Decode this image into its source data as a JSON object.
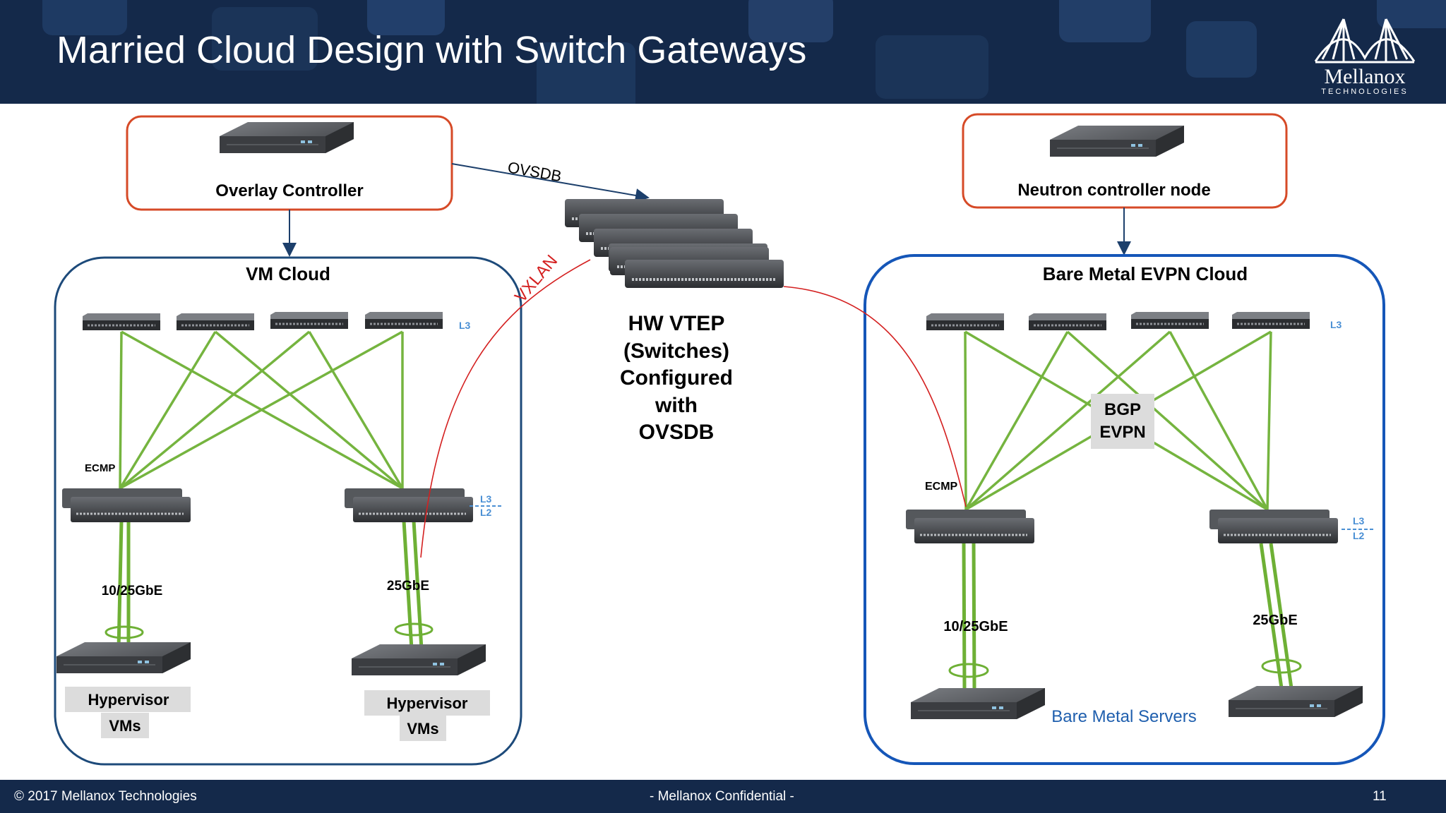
{
  "slide": {
    "title": "Married Cloud Design with Switch Gateways",
    "logo": {
      "name": "Mellanox",
      "sub": "TECHNOLOGIES"
    }
  },
  "diagram": {
    "overlay_controller": "Overlay Controller",
    "neutron_controller": "Neutron controller node",
    "ovsdb_link": "OVSDB",
    "vxlan_link": "VXLAN",
    "vtep_lines": [
      "HW VTEP",
      "(Switches)",
      "Configured",
      "with",
      "OVSDB"
    ],
    "vm_cloud": {
      "title": "VM Cloud",
      "l3": "L3",
      "ecmp": "ECMP",
      "l3_l2": [
        "L3",
        "L2"
      ],
      "left_speed": "10/25GbE",
      "right_speed": "25GbE",
      "hypervisor_label": "Hypervisor",
      "vms_label": "VMs"
    },
    "bare_metal_cloud": {
      "title": "Bare Metal EVPN Cloud",
      "l3": "L3",
      "ecmp": "ECMP",
      "l3_l2": [
        "L3",
        "L2"
      ],
      "bgp": [
        "BGP",
        "EVPN"
      ],
      "left_speed": "10/25GbE",
      "right_speed": "25GbE",
      "servers_label": "Bare Metal Servers"
    },
    "colors": {
      "controller_border": "#d64a27",
      "vm_cloud_border": "#1d4a7a",
      "bm_cloud_border": "#1556b8",
      "links": "#6eb035",
      "vxlan": "#d42020",
      "ovsdb_arrow": "#1c3f6b",
      "layer_label": "#4a8fd4"
    }
  },
  "footer": {
    "copyright": "© 2017 Mellanox Technologies",
    "confidential": "- Mellanox Confidential -",
    "page": "11"
  }
}
